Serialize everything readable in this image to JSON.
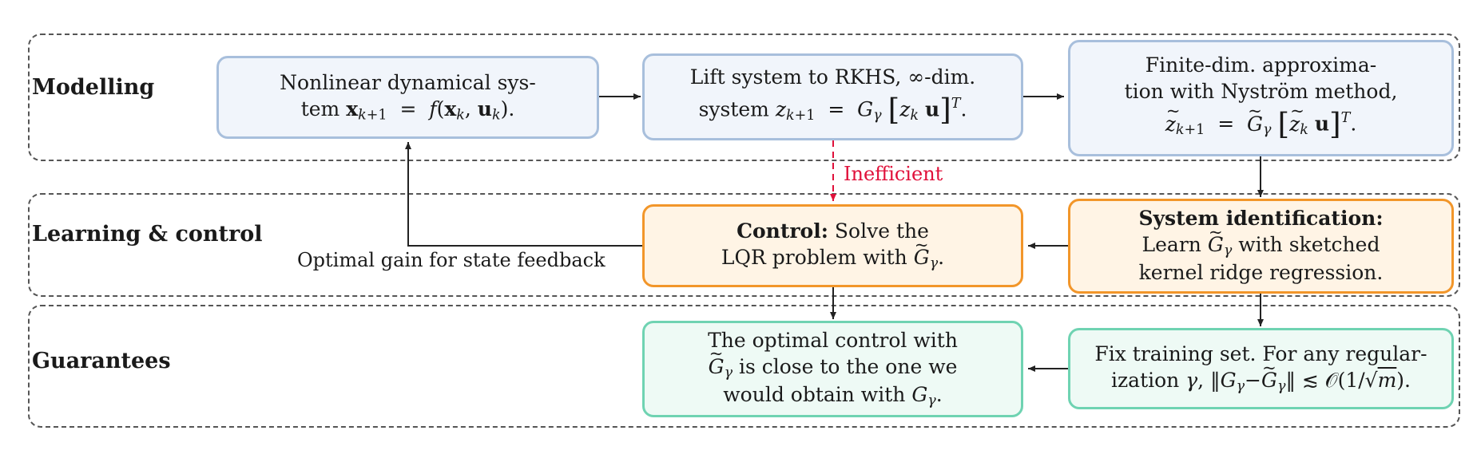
{
  "bands": {
    "modelling": "Modelling",
    "learning": "Learning & control",
    "guarantees": "Guarantees"
  },
  "boxes": {
    "nonlinear": {
      "line1": "Nonlinear dynamical sys-",
      "line2_prefix": "tem ",
      "line2_math": "x_{k+1} = f(x_k, u_k)."
    },
    "lift": {
      "line1": "Lift system to RKHS, ∞-dim.",
      "line2_prefix": "system ",
      "line2_math": "z_{k+1} = G_γ [z_k u]^T."
    },
    "finite": {
      "line1": "Finite-dim. approxima-",
      "line2": "tion with Nyström method,",
      "line3_math": "z̃_{k+1} = G̃_γ [z̃_k u]^T."
    },
    "sysid": {
      "title": "System identification:",
      "line2_prefix": "Learn ",
      "line2_suffix": " with sketched",
      "line3": "kernel ridge regression."
    },
    "control": {
      "title": "Control:",
      "title_rest": " Solve the",
      "line2_prefix": "LQR problem with ",
      "line2_suffix": "."
    },
    "guarantee_left": {
      "line1": "The optimal control with",
      "line2_suffix": " is close to the one we",
      "line3_prefix": "would obtain with ",
      "line3_suffix": "."
    },
    "guarantee_right": {
      "line1": "Fix training set. For any regular-",
      "line2_prefix": "ization ",
      "line2_math": "γ, ‖G_γ−G̃_γ‖ ≲ O(1/√m)."
    }
  },
  "edges": {
    "inefficient": "Inefficient",
    "feedback": "Optimal gain for state feedback"
  },
  "symbols": {
    "gamma": "γ",
    "G": "G",
    "equals": "=",
    "f": "f",
    "T": "T",
    "lesssim": "≲",
    "O": "𝒪"
  },
  "colors": {
    "blue_fill": "#f1f5fb",
    "blue_border": "#a8bfdc",
    "orange_fill": "#fff4e5",
    "orange_border": "#f2962a",
    "green_fill": "#eefaf5",
    "green_border": "#6fd3b2",
    "accent_red": "#e0103a"
  }
}
